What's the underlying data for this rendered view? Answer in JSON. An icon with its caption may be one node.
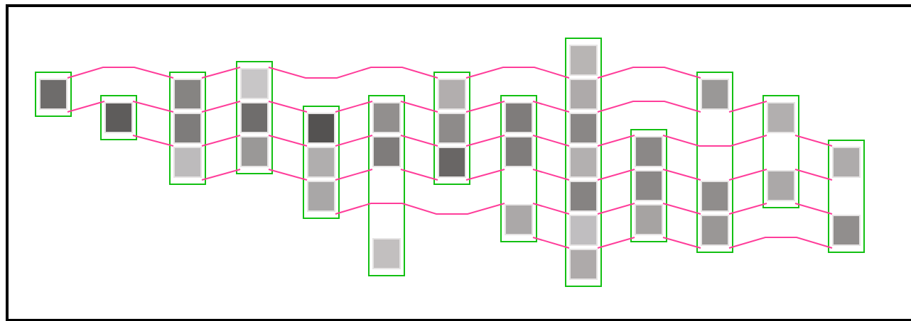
{
  "diagram": {
    "nodes": [
      {
        "text": [],
        "shape": "box"
      },
      {
        "text": [],
        "shape": "box",
        "in": 0
      },
      {
        "text": [],
        "shape": "box"
      },
      {
        "text": [],
        "shape": "box",
        "in": 2
      },
      {
        "text": [],
        "shape": "box"
      },
      {
        "text": [],
        "shape": "box",
        "in": 4
      },
      {
        "text": [],
        "shape": "box",
        "in": 4
      },
      {
        "text": [],
        "shape": "box",
        "in": 4
      },
      {
        "text": [],
        "shape": "box"
      },
      {
        "text": [],
        "shape": "box",
        "in": 8
      },
      {
        "text": [],
        "shape": "box",
        "in": 8
      },
      {
        "text": [],
        "shape": "box",
        "in": 8
      },
      {
        "text": [],
        "shape": "box"
      },
      {
        "text": [],
        "shape": "box",
        "in": 12
      },
      {
        "text": [],
        "shape": "box",
        "in": 12
      },
      {
        "text": [],
        "shape": "box",
        "in": 12
      },
      {
        "text": [],
        "shape": "box"
      },
      {
        "text": [],
        "shape": "box",
        "in": 16
      },
      {
        "text": [],
        "shape": "box",
        "in": 16
      },
      {
        "text": [],
        "shape": "box",
        "in": 16
      },
      {
        "text": [],
        "shape": "box"
      },
      {
        "text": [],
        "shape": "box",
        "in": 20
      },
      {
        "text": [],
        "shape": "box",
        "in": 20
      },
      {
        "text": [],
        "shape": "box",
        "in": 20
      },
      {
        "text": [],
        "shape": "box"
      },
      {
        "text": [],
        "shape": "box",
        "in": 24
      },
      {
        "text": [],
        "shape": "box",
        "in": 24
      },
      {
        "text": [],
        "shape": "box",
        "in": 24
      },
      {
        "text": [],
        "shape": "box"
      },
      {
        "text": [],
        "shape": "box",
        "in": 28
      },
      {
        "text": [],
        "shape": "box",
        "in": 28
      },
      {
        "text": [],
        "shape": "box",
        "in": 28
      },
      {
        "text": [],
        "shape": "box",
        "in": 28
      },
      {
        "text": [],
        "shape": "box",
        "in": 28
      },
      {
        "text": [],
        "shape": "box",
        "in": 28
      },
      {
        "text": [],
        "shape": "box",
        "in": 28
      },
      {
        "text": [],
        "shape": "box"
      },
      {
        "text": [],
        "shape": "box",
        "in": 36
      },
      {
        "text": [],
        "shape": "box",
        "in": 36
      },
      {
        "text": [],
        "shape": "box",
        "in": 36
      },
      {
        "text": [],
        "shape": "box"
      },
      {
        "text": [],
        "shape": "box",
        "in": 40
      },
      {
        "text": [],
        "shape": "box",
        "in": 40
      },
      {
        "text": [],
        "shape": "box",
        "in": 40
      },
      {
        "text": [],
        "shape": "box"
      },
      {
        "text": [],
        "shape": "box",
        "in": 44
      },
      {
        "text": [],
        "shape": "box",
        "in": 44
      },
      {
        "text": [],
        "shape": "box"
      },
      {
        "text": [],
        "shape": "box",
        "in": 47
      },
      {
        "text": [],
        "shape": "box",
        "in": 47
      }
    ],
    "edges": [
      {
        "from": 1,
        "to": 5,
        "arrow": "none"
      },
      {
        "from": 5,
        "to": 9,
        "arrow": "none"
      },
      {
        "from": 9,
        "to": 21,
        "arrow": "none"
      },
      {
        "from": 21,
        "to": 30,
        "arrow": "none"
      },
      {
        "from": 30,
        "to": 41,
        "arrow": "none"
      },
      {
        "from": 1,
        "to": 3,
        "arrow": "none"
      },
      {
        "from": 3,
        "to": 6,
        "arrow": "none"
      },
      {
        "from": 6,
        "to": 10,
        "arrow": "none"
      },
      {
        "from": 10,
        "to": 13,
        "arrow": "none"
      },
      {
        "from": 13,
        "to": 17,
        "arrow": "none"
      },
      {
        "from": 17,
        "to": 22,
        "arrow": "none"
      },
      {
        "from": 22,
        "to": 25,
        "arrow": "none"
      },
      {
        "from": 25,
        "to": 31,
        "arrow": "none"
      },
      {
        "from": 31,
        "to": 41,
        "arrow": "none"
      },
      {
        "from": 41,
        "to": 45,
        "arrow": "none"
      },
      {
        "from": 3,
        "to": 7,
        "arrow": "none"
      },
      {
        "from": 7,
        "to": 11,
        "arrow": "none"
      },
      {
        "from": 11,
        "to": 14,
        "arrow": "none"
      },
      {
        "from": 14,
        "to": 18,
        "arrow": "none"
      },
      {
        "from": 18,
        "to": 23,
        "arrow": "none"
      },
      {
        "from": 23,
        "to": 26,
        "arrow": "none"
      },
      {
        "from": 26,
        "to": 32,
        "arrow": "none"
      },
      {
        "from": 32,
        "to": 37,
        "arrow": "none"
      },
      {
        "from": 37,
        "to": 45,
        "arrow": "none"
      },
      {
        "from": 45,
        "to": 48,
        "arrow": "none"
      },
      {
        "from": 7,
        "to": 11,
        "arrow": "none"
      },
      {
        "from": 11,
        "to": 15,
        "arrow": "none"
      },
      {
        "from": 15,
        "to": 18,
        "arrow": "none"
      },
      {
        "from": 18,
        "to": 23,
        "arrow": "none"
      },
      {
        "from": 23,
        "to": 26,
        "arrow": "none"
      },
      {
        "from": 26,
        "to": 33,
        "arrow": "none"
      },
      {
        "from": 33,
        "to": 38,
        "arrow": "none"
      },
      {
        "from": 38,
        "to": 42,
        "arrow": "none"
      },
      {
        "from": 42,
        "to": 46,
        "arrow": "none"
      },
      {
        "from": 46,
        "to": 48,
        "arrow": "none"
      },
      {
        "from": 15,
        "to": 27,
        "arrow": "none"
      },
      {
        "from": 27,
        "to": 34,
        "arrow": "none"
      },
      {
        "from": 34,
        "to": 39,
        "arrow": "none"
      },
      {
        "from": 39,
        "to": 43,
        "arrow": "none"
      },
      {
        "from": 43,
        "to": 46,
        "arrow": "none"
      },
      {
        "from": 46,
        "to": 49,
        "arrow": "none"
      },
      {
        "from": 27,
        "to": 35,
        "arrow": "none"
      },
      {
        "from": 35,
        "to": 39,
        "arrow": "none"
      },
      {
        "from": 39,
        "to": 43,
        "arrow": "none"
      },
      {
        "from": 43,
        "to": 49,
        "arrow": "none"
      }
    ]
  }
}
